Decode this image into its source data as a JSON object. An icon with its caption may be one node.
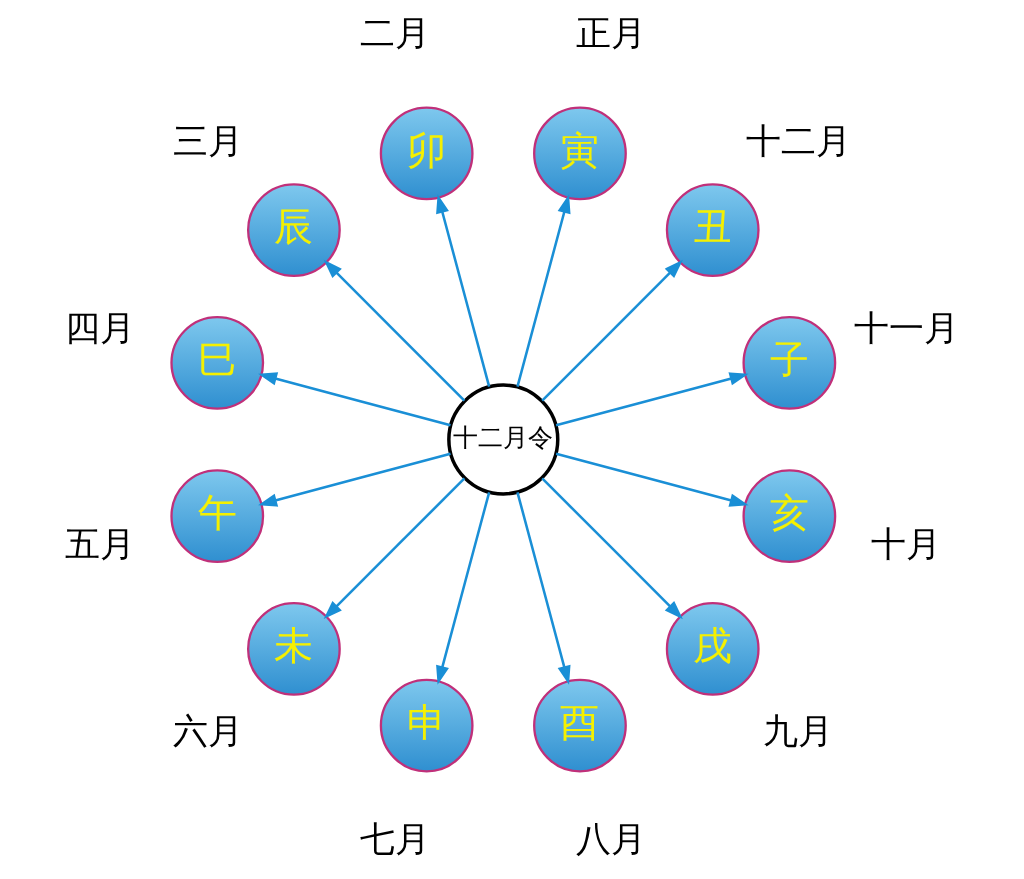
{
  "diagram": {
    "nodes": [
      {
        "text": [
          "十二月令"
        ]
      },
      {
        "text": [
          "子"
        ],
        "beside": [
          "十一月"
        ]
      },
      {
        "text": [
          "丑"
        ],
        "beside": [
          "十二月"
        ]
      },
      {
        "text": [
          "寅"
        ],
        "beside": [
          "正月"
        ]
      },
      {
        "text": [
          "卯"
        ],
        "beside": [
          "二月"
        ]
      },
      {
        "text": [
          "辰"
        ],
        "beside": [
          "三月"
        ]
      },
      {
        "text": [
          "巳"
        ],
        "beside": [
          "四月"
        ]
      },
      {
        "text": [
          "午"
        ],
        "beside": [
          "五月"
        ]
      },
      {
        "text": [
          "未"
        ],
        "beside": [
          "六月"
        ]
      },
      {
        "text": [
          "申"
        ],
        "beside": [
          "七月"
        ]
      },
      {
        "text": [
          "酉"
        ],
        "beside": [
          "八月"
        ]
      },
      {
        "text": [
          "戌"
        ],
        "beside": [
          "九月"
        ]
      },
      {
        "text": [
          "亥"
        ],
        "beside": [
          "十月"
        ]
      }
    ],
    "edges": [
      {
        "from": 0,
        "to": 4,
        "arrow": "to"
      },
      {
        "from": 0,
        "to": 3,
        "arrow": "to"
      },
      {
        "from": 0,
        "to": 2,
        "arrow": "to"
      },
      {
        "from": 0,
        "to": 1,
        "arrow": "to"
      },
      {
        "from": 0,
        "to": 12,
        "arrow": "to"
      },
      {
        "from": 0,
        "to": 11,
        "arrow": "to"
      },
      {
        "from": 0,
        "to": 10,
        "arrow": "to"
      },
      {
        "from": 0,
        "to": 9,
        "arrow": "to"
      },
      {
        "from": 0,
        "to": 8,
        "arrow": "to"
      },
      {
        "from": 0,
        "to": 7,
        "arrow": "to"
      },
      {
        "from": 0,
        "to": 6,
        "arrow": "to"
      },
      {
        "from": 0,
        "to": 5,
        "arrow": "to"
      }
    ]
  }
}
